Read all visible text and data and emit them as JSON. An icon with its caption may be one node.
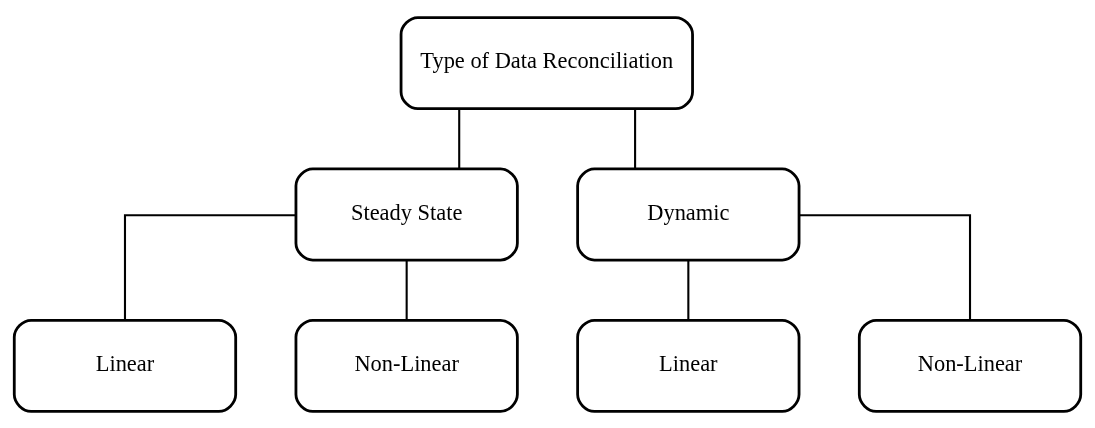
{
  "diagram": {
    "nodes": [
      {
        "text": [
          "Type of Data Reconciliation"
        ]
      },
      {
        "text": [
          "Steady State"
        ]
      },
      {
        "text": [
          "Dynamic"
        ]
      },
      {
        "text": [
          "Linear"
        ]
      },
      {
        "text": [
          "Non-Linear"
        ]
      },
      {
        "text": [
          "Linear"
        ]
      },
      {
        "text": [
          "Non-Linear"
        ]
      }
    ],
    "edges": [
      {
        "from": 0,
        "to": 1,
        "arrow": "none"
      },
      {
        "from": 0,
        "to": 2,
        "arrow": "none"
      },
      {
        "from": 1,
        "to": 3,
        "arrow": "none"
      },
      {
        "from": 1,
        "to": 4,
        "arrow": "none"
      },
      {
        "from": 2,
        "to": 5,
        "arrow": "none"
      },
      {
        "from": 2,
        "to": 6,
        "arrow": "none"
      }
    ]
  }
}
